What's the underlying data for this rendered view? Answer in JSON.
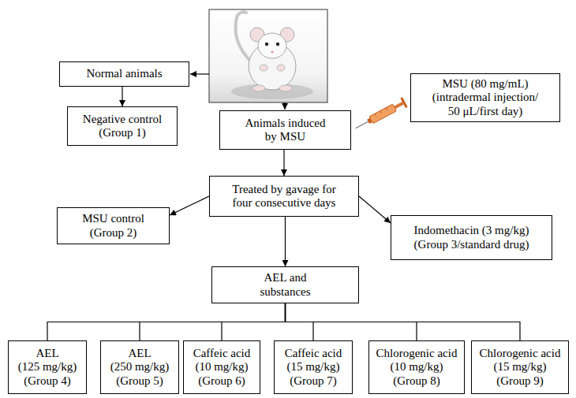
{
  "diagram": {
    "nodes": [
      {
        "text": [
          "Normal animals"
        ]
      },
      {
        "text": [
          "Negative control (Group 1)"
        ]
      },
      {
        "text": [
          "MSU (80 mg/mL) (intradermal injection/ 50 μL/first day)"
        ]
      },
      {
        "text": [
          "Animals induced by MSU"
        ]
      },
      {
        "text": [
          "Treated by gavage for four consecutive days"
        ]
      },
      {
        "text": [
          "MSU control (Group 2)"
        ]
      },
      {
        "text": [
          "Indomethacin (3 mg/kg) (Group 3/standard drug)"
        ]
      },
      {
        "text": [
          "AEL and substances"
        ]
      },
      {
        "text": [
          "AEL (125 mg/kg) (Group 4)"
        ]
      },
      {
        "text": [
          "AEL (250 mg/kg) (Group 5)"
        ]
      },
      {
        "text": [
          "Caffeic acid (10 mg/kg) (Group 6)"
        ]
      },
      {
        "text": [
          "Caffeic acid (15 mg/kg) (Group 7)"
        ]
      },
      {
        "text": [
          "Chlorogenic acid (10 mg/kg) (Group 8)"
        ]
      },
      {
        "text": [
          "Chlorogenic acid (15 mg/kg) (Group 9)"
        ]
      }
    ],
    "edges": [
      {
        "from": 0,
        "to": 1,
        "arrow": "to"
      },
      {
        "from": 3,
        "to": 4,
        "arrow": "to"
      },
      {
        "from": 4,
        "to": 5,
        "arrow": "to"
      },
      {
        "from": 4,
        "to": 6,
        "arrow": "to"
      },
      {
        "from": 4,
        "to": 7,
        "arrow": "to"
      },
      {
        "from": 7,
        "to": 8,
        "arrow": "none"
      },
      {
        "from": 7,
        "to": 9,
        "arrow": "none"
      },
      {
        "from": 7,
        "to": 10,
        "arrow": "none"
      },
      {
        "from": 7,
        "to": 11,
        "arrow": "none"
      },
      {
        "from": 7,
        "to": 12,
        "arrow": "none"
      },
      {
        "from": 7,
        "to": 13,
        "arrow": "none"
      }
    ]
  }
}
